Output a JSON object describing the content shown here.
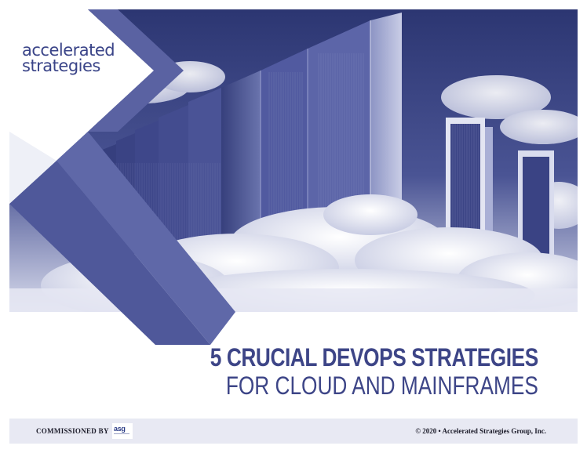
{
  "branding": {
    "logo_line1": "accelerated",
    "logo_line2": "strategies"
  },
  "title": {
    "line1": "5 CRUCIAL DEVOPS STRATEGIES",
    "line2": "FOR CLOUD AND MAINFRAMES"
  },
  "footer": {
    "commissioned_label": "COMMISSIONED BY",
    "sponsor_logo_text": "asg",
    "copyright": "© 2020 • Accelerated Strategies Group, Inc."
  },
  "colors": {
    "brand_navy": "#3d4587",
    "chevron": "#5a62a2",
    "footer_band": "#e8e9f3"
  }
}
